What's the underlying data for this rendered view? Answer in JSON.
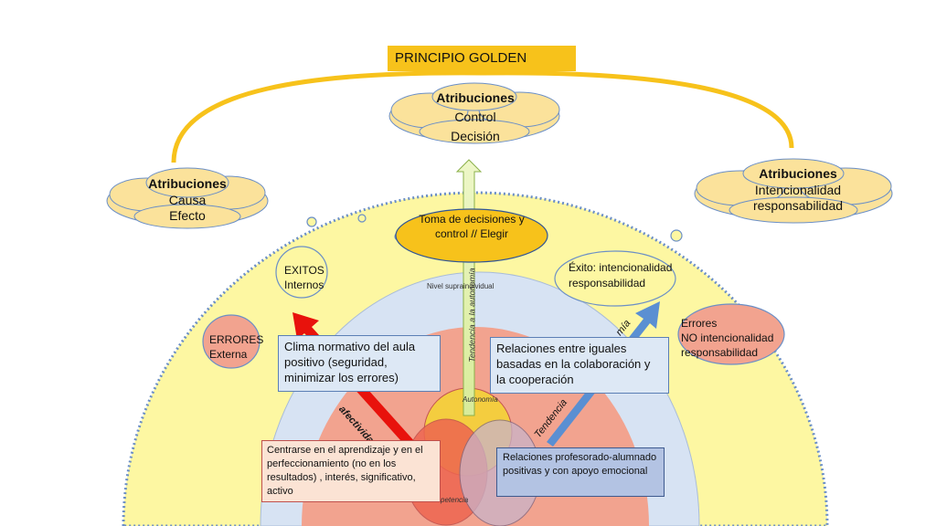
{
  "title": "PRINCIPIO GOLDEN",
  "clouds": {
    "left": {
      "heading": "Atribuciones",
      "line1": "Causa",
      "line2": "Efecto"
    },
    "center": {
      "heading": "Atribuciones",
      "line1": "Control",
      "line2": "Decisión"
    },
    "right": {
      "heading": "Atribuciones",
      "line1": "Intencionalidad",
      "line2": "responsabilidad"
    }
  },
  "ovals": {
    "toma": "Toma de decisiones y control // Elegir",
    "exito": "Éxito:  intencionalidad responsabilidad",
    "errores_right": {
      "line1": "Errores",
      "line2": "NO intencionalidad",
      "line3": "responsabilidad"
    },
    "exitos": {
      "line1": "EXITOS",
      "line2": "Internos"
    },
    "errores_left": {
      "line1": "ERRORES",
      "line2": "Externa"
    }
  },
  "boxes": {
    "clima": "Clima normativo del aula positivo (seguridad, minimizar los errores)",
    "relaciones": "Relaciones entre iguales basadas en la colaboración y la cooperación",
    "centrarse": "Centrarse en el aprendizaje y en el perfeccionamiento (no en los resultados) , interés, significativo, activo",
    "profesorado": "Relaciones profesorado-alumnado positivas y con apoyo emocional"
  },
  "labels": {
    "nivel": "Nivel supraindividual",
    "autonomia": "Autonomía",
    "competencia": "petencia",
    "arrow_center": "Tendencia a la autonomía",
    "arrow_left": "afectividad",
    "arrow_right": "Tendencia",
    "arrow_right_fragment": "mía"
  },
  "colors": {
    "gold": "#f7c21b",
    "yellow_field": "#fdf7a2",
    "blue_field": "#d7e3f3",
    "salmon": "#f2a38f",
    "red_arrow": "#e8120c",
    "blue_arrow": "#5a8fd2",
    "cloud": "#fbe29b"
  }
}
